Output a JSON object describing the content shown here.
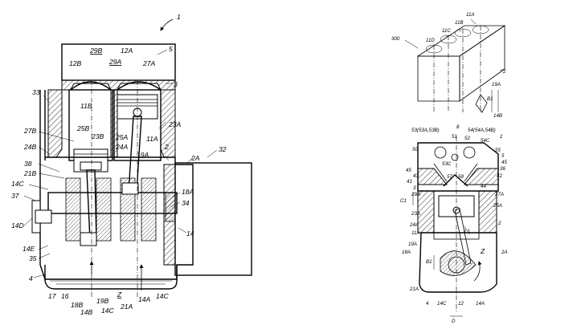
{
  "left_figure": {
    "labels": [
      "1",
      "5",
      "29B",
      "12A",
      "29A",
      "12B",
      "27A",
      "3",
      "33",
      "11B",
      "23A",
      "27B",
      "25B",
      "23B",
      "25A",
      "24A",
      "11A",
      "19A",
      "2",
      "2A",
      "32",
      "24B",
      "38",
      "21B",
      "14C",
      "37",
      "18A",
      "14D",
      "34",
      "14",
      "14E",
      "35",
      "4",
      "17",
      "16",
      "18B",
      "14B",
      "19B",
      "Z",
      "14C",
      "21A",
      "14A",
      "14C"
    ]
  },
  "top_right_figure": {
    "labels": [
      "11A",
      "11B",
      "11C",
      "11D",
      "300",
      "2",
      "19A",
      "B1",
      "14B"
    ]
  },
  "bottom_right_figure": {
    "labels": [
      "8",
      "1",
      "53(53A,53B)",
      "51",
      "54(54A,54B)",
      "52",
      "54C",
      "50",
      "55",
      "53C",
      "5",
      "45",
      "42",
      "45",
      "36",
      "41",
      "43",
      "57",
      "58",
      "44",
      "3",
      "29A",
      "27A",
      "C1",
      "23A",
      "25A",
      "24A",
      "11A",
      "L1",
      "2",
      "19A",
      "18A",
      "B1",
      "Z",
      "2A",
      "21A",
      "4",
      "14C",
      "12",
      "14A",
      "D"
    ]
  }
}
